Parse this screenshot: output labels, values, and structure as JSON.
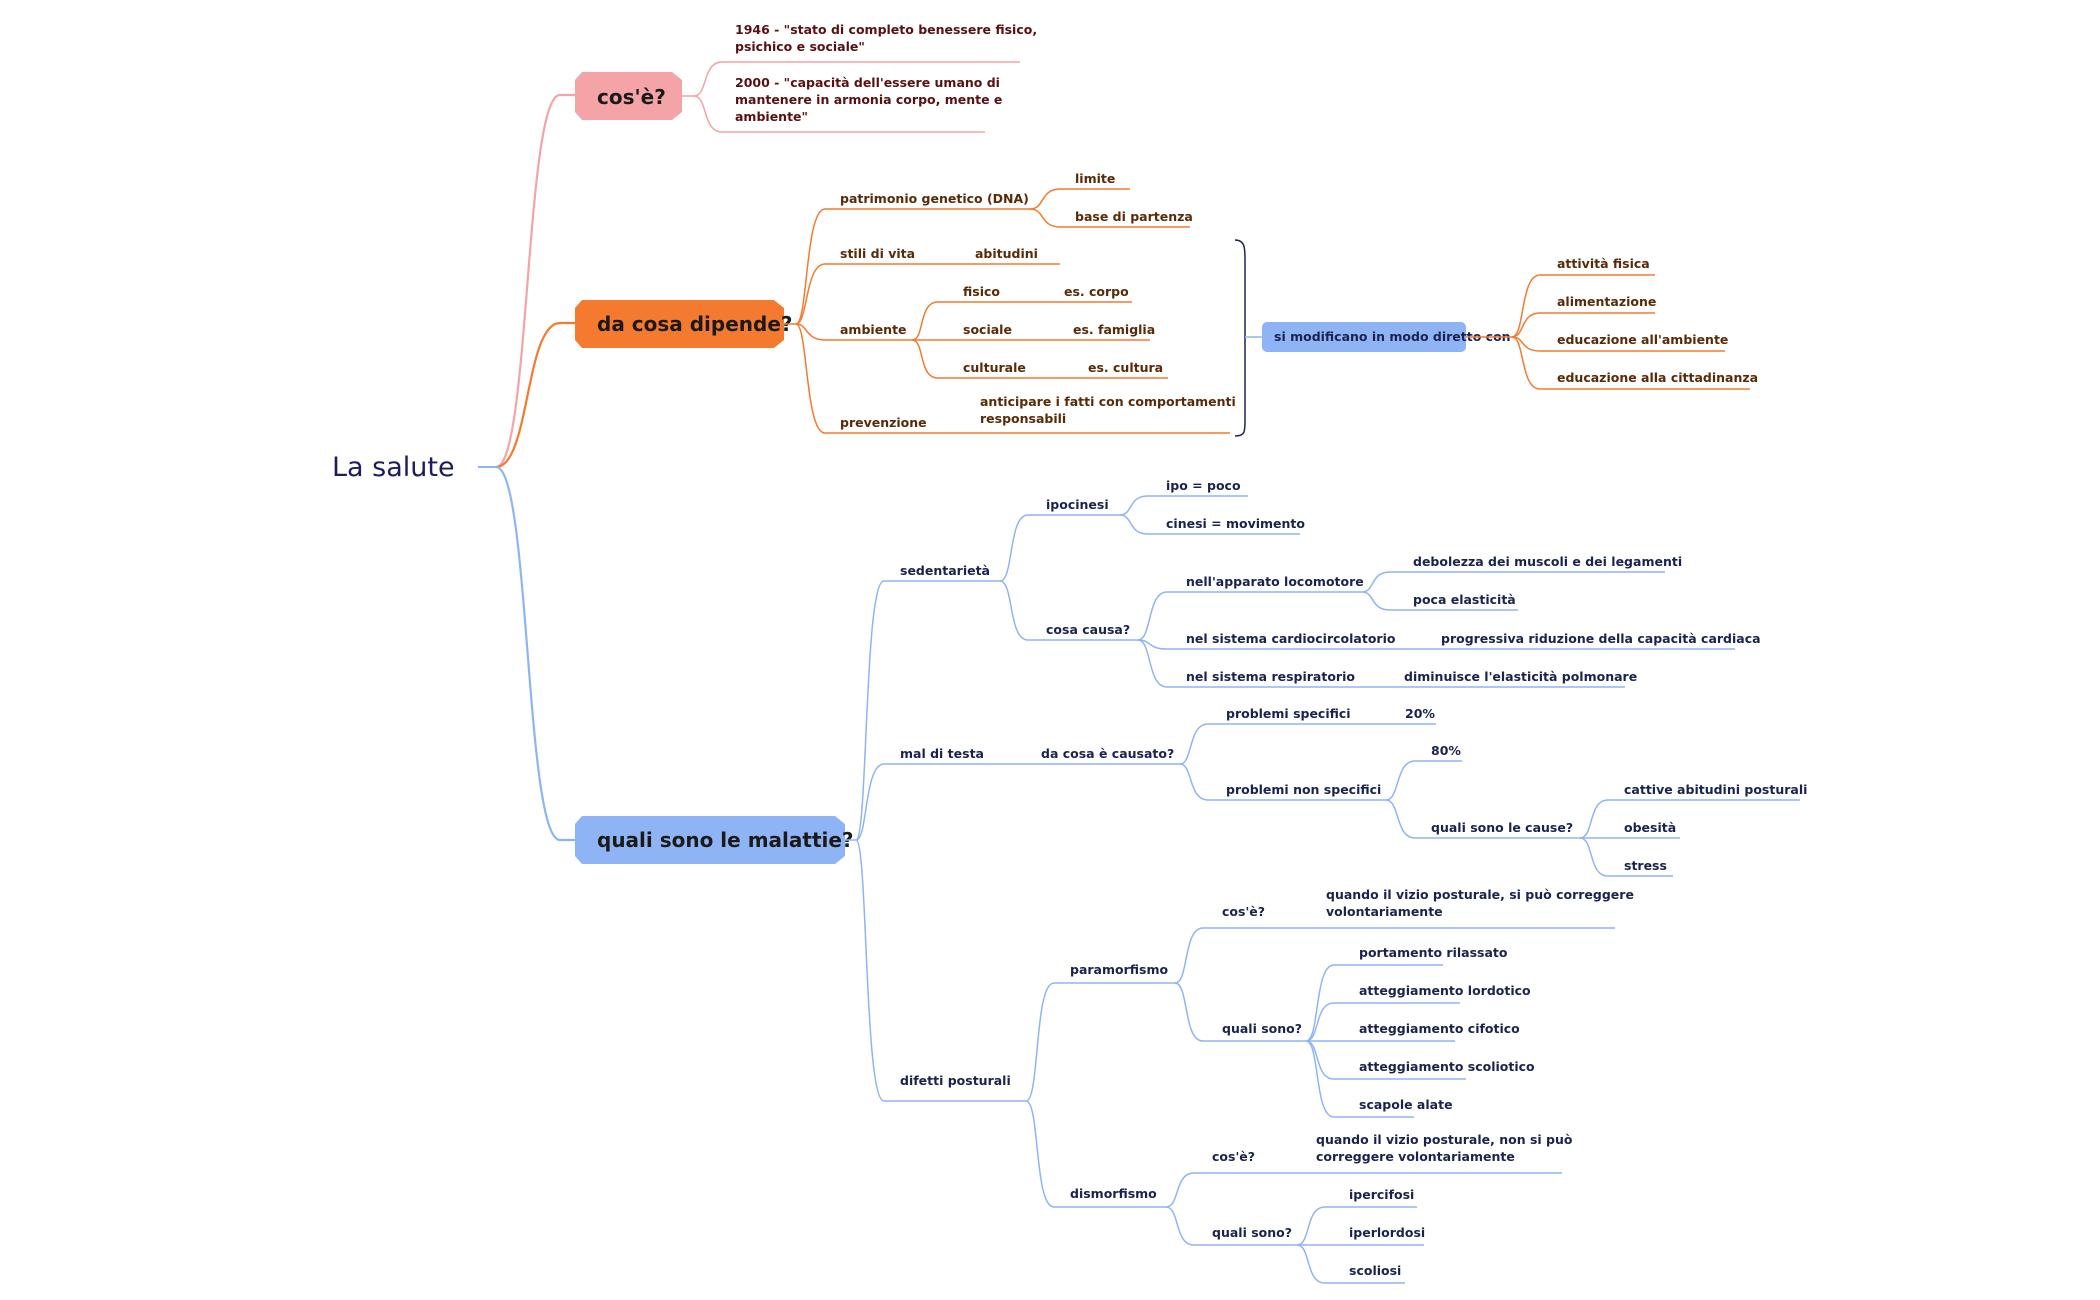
{
  "root": "La salute",
  "branches": {
    "cose": {
      "label": "cos'è?",
      "items": [
        [
          "1946 - \"stato di completo benessere fisico,",
          "psichico e sociale\""
        ],
        [
          "2000 - \"capacità dell'essere umano di",
          "mantenere in armonia corpo, mente e",
          "ambiente\""
        ]
      ]
    },
    "dipende": {
      "label": "da cosa dipende?",
      "dna": "patrimonio genetico (DNA)",
      "limite": "limite",
      "base": "base di partenza",
      "stili": "stili di vita",
      "abitudini": "abitudini",
      "ambiente": "ambiente",
      "fisico": "fisico",
      "es_corpo": "es. corpo",
      "sociale": "sociale",
      "es_famiglia": "es. famiglia",
      "culturale": "culturale",
      "es_cultura": "es. cultura",
      "prevenzione": "prevenzione",
      "anticipare": [
        "anticipare i fatti con comportamenti",
        "responsabili"
      ],
      "summary": "si modificano in modo diretto con",
      "summary_items": [
        "attività fisica",
        "alimentazione",
        "educazione all'ambiente",
        "educazione alla cittadinanza"
      ]
    },
    "malattie": {
      "label": "quali sono le malattie?",
      "sedentarieta": "sedentarietà",
      "ipocinesi": "ipocinesi",
      "ipo": "ipo = poco",
      "cinesi": "cinesi = movimento",
      "cosa_causa": "cosa causa?",
      "locomotore": "nell'apparato locomotore",
      "debolezza": "debolezza dei muscoli e dei legamenti",
      "elasticita": "poca elasticità",
      "cardio": "nel sistema cardiocircolatorio",
      "riduzione": "progressiva riduzione della capacità cardiaca",
      "respiratorio": "nel sistema respiratorio",
      "polmonare": "diminuisce l'elasticità polmonare",
      "mal_di_testa": "mal di testa",
      "causato": "da cosa è causato?",
      "specifici": "problemi specifici",
      "p20": "20%",
      "non_specifici": "problemi non specifici",
      "p80": "80%",
      "cause": "quali sono le cause?",
      "cause_items": [
        "cattive abitudini posturali",
        "obesità",
        "stress"
      ],
      "difetti": "difetti posturali",
      "paramorfismo": "paramorfismo",
      "para_cose": "cos'è?",
      "para_def": [
        "quando il vizio posturale, si può correggere",
        "volontariamente"
      ],
      "para_quali": "quali sono?",
      "para_items": [
        "portamento rilassato",
        "atteggiamento lordotico",
        "atteggiamento cifotico",
        "atteggiamento scoliotico",
        "scapole alate"
      ],
      "dismorfismo": "dismorfismo",
      "dis_cose": "cos'è?",
      "dis_def": [
        "quando il vizio posturale, non si può",
        "correggere volontariamente"
      ],
      "dis_quali": "quali sono?",
      "dis_items": [
        "ipercifosi",
        "iperlordosi",
        "scoliosi"
      ]
    }
  },
  "colors": {
    "pink": "#f4a3a6",
    "orange": "#f47a2f",
    "blue": "#8fb4f5",
    "navy_line": "#1f2456",
    "root_text": "#1c1c5e"
  }
}
